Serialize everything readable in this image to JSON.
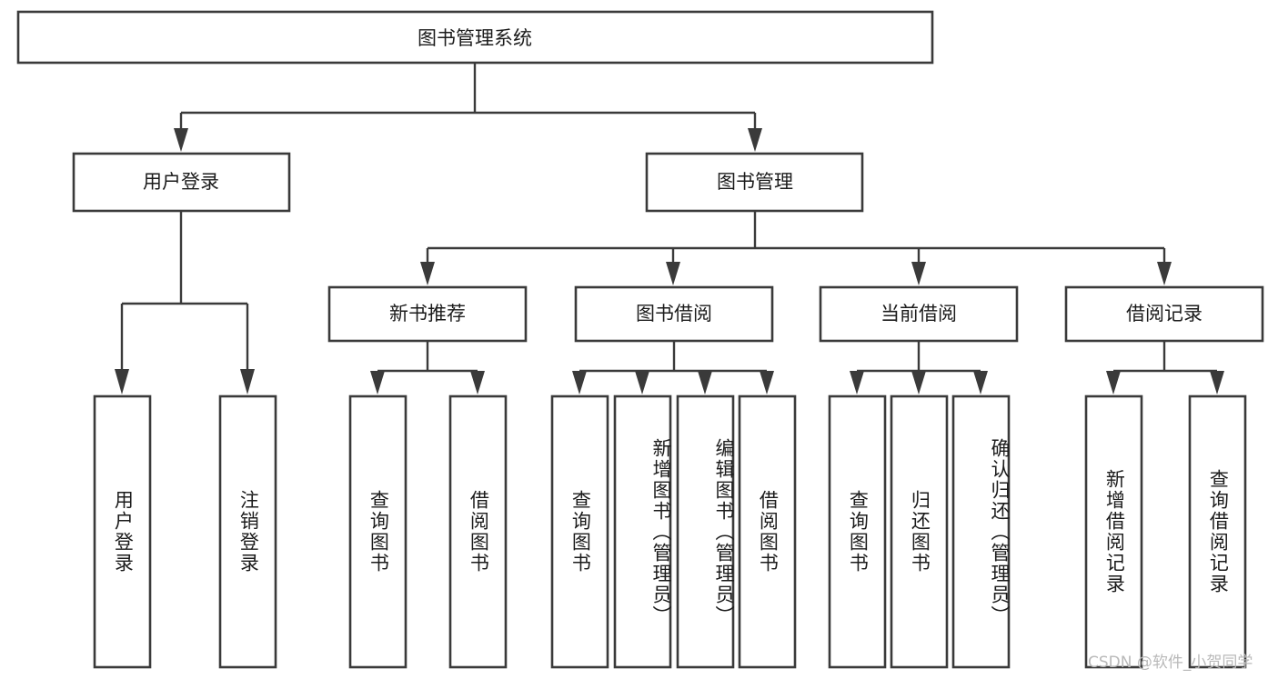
{
  "diagram": {
    "title_node": {
      "label": "图书管理系统"
    },
    "level2": [
      {
        "id": "user-login",
        "label": "用户登录"
      },
      {
        "id": "book-manage",
        "label": "图书管理"
      }
    ],
    "level3": [
      {
        "id": "new-book-recommend",
        "label": "新书推荐"
      },
      {
        "id": "book-borrow",
        "label": "图书借阅"
      },
      {
        "id": "current-borrow",
        "label": "当前借阅"
      },
      {
        "id": "borrow-record",
        "label": "借阅记录"
      }
    ],
    "leaves": {
      "user_login": [
        {
          "id": "leaf-user-login",
          "label": "用户登录"
        },
        {
          "id": "leaf-logout",
          "label": "注销登录"
        }
      ],
      "new_book_recommend": [
        {
          "id": "leaf-query-book-1",
          "label": "查询图书"
        },
        {
          "id": "leaf-borrow-book-1",
          "label": "借阅图书"
        }
      ],
      "book_borrow": [
        {
          "id": "leaf-query-book-2",
          "label": "查询图书"
        },
        {
          "id": "leaf-add-book",
          "label": "新增图书（管理员）"
        },
        {
          "id": "leaf-edit-book",
          "label": "编辑图书（管理员）"
        },
        {
          "id": "leaf-borrow-book-2",
          "label": "借阅图书"
        }
      ],
      "current_borrow": [
        {
          "id": "leaf-query-book-3",
          "label": "查询图书"
        },
        {
          "id": "leaf-return-book",
          "label": "归还图书"
        },
        {
          "id": "leaf-confirm-return",
          "label": "确认归还（管理员）"
        }
      ],
      "borrow_record": [
        {
          "id": "leaf-add-record",
          "label": "新增借阅记录"
        },
        {
          "id": "leaf-query-record",
          "label": "查询借阅记录"
        }
      ]
    }
  },
  "watermark": {
    "text": "CSDN @软件_小贺同学"
  },
  "colors": {
    "box_stroke": "#3a3a3a",
    "box_fill": "#ffffff",
    "text": "#1b1b1b",
    "watermark": "#b9b9b9",
    "background": "#ffffff"
  }
}
